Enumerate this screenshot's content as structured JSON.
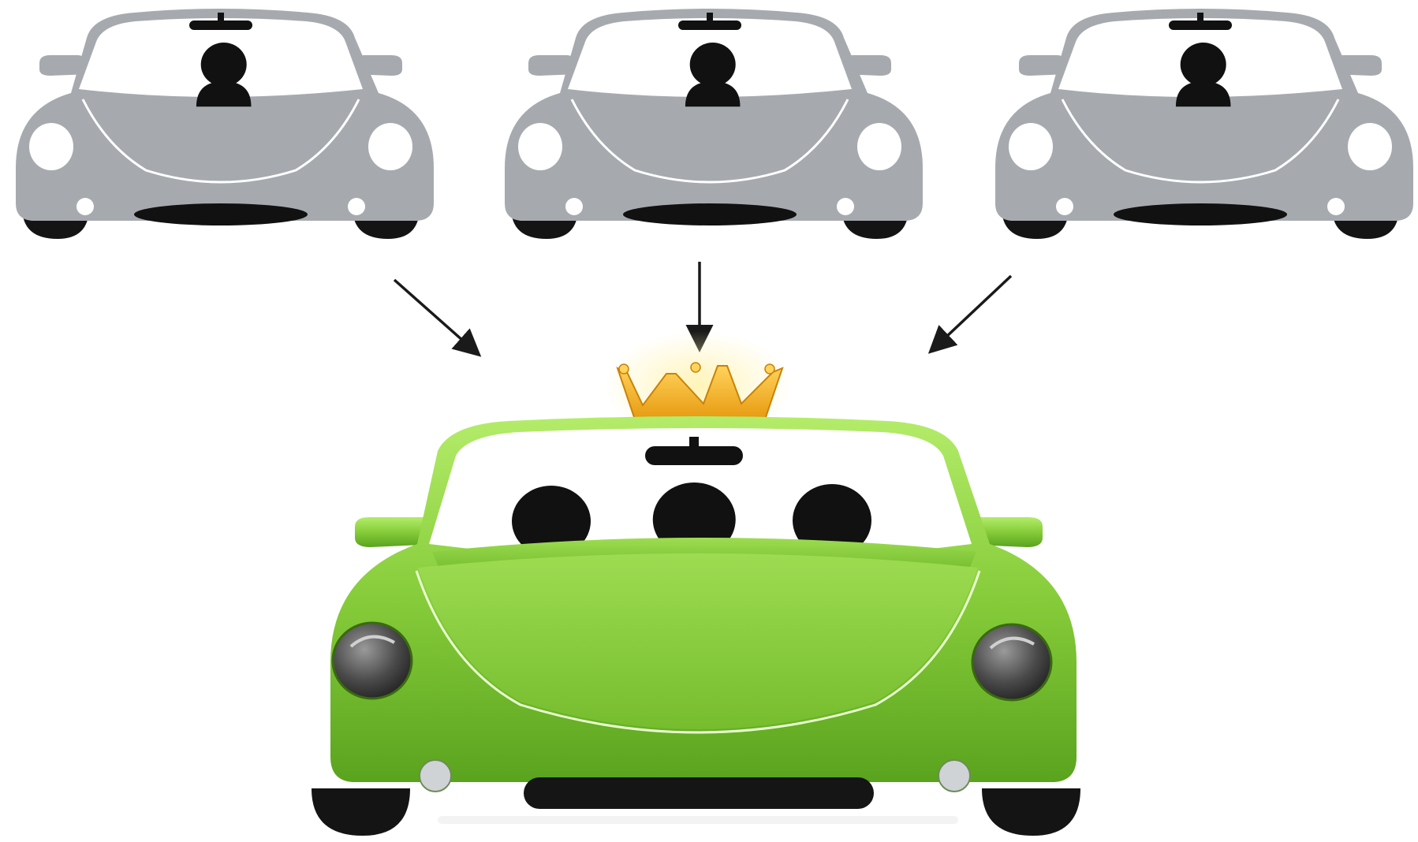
{
  "diagram": {
    "sources": [
      {
        "id": "solo-car-1",
        "passengers": 1
      },
      {
        "id": "solo-car-2",
        "passengers": 1
      },
      {
        "id": "solo-car-3",
        "passengers": 1
      }
    ],
    "target": {
      "id": "shared-car",
      "passengers": 3,
      "crowned": true
    },
    "arrows": [
      {
        "from": "solo-car-1",
        "to": "shared-car"
      },
      {
        "from": "solo-car-2",
        "to": "shared-car"
      },
      {
        "from": "solo-car-3",
        "to": "shared-car"
      }
    ]
  },
  "colors": {
    "background": "#ffffff",
    "solo_body": "#a6aaaf",
    "solo_trim": "#ffffff",
    "shared_body_light": "#b4ec6a",
    "shared_body": "#86cc3a",
    "shared_body_dark": "#58a21c",
    "passenger": "#111111",
    "tire": "#141414",
    "arrow": "#1a1a1a",
    "crown_light": "#ffd35c",
    "crown_dark": "#e79a10"
  },
  "icons": {
    "solo_car": "car-front-icon",
    "shared_car": "car-front-icon",
    "passenger": "person-silhouette-icon",
    "crown": "crown-icon",
    "arrow": "arrow-icon"
  }
}
